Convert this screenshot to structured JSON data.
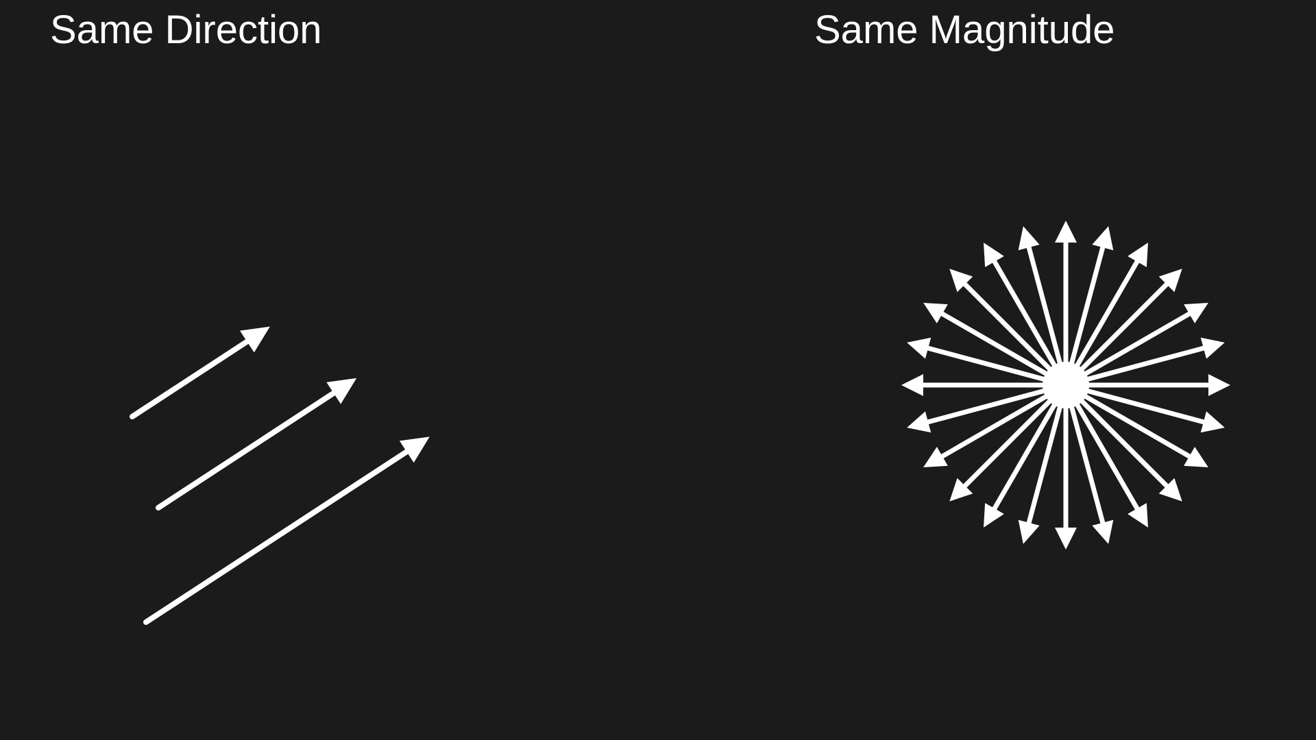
{
  "panels": {
    "left": {
      "title": "Same Direction",
      "arrow_count": 3,
      "arrow_relative_lengths": [
        1.0,
        1.44,
        2.06
      ]
    },
    "right": {
      "title": "Same Magnitude",
      "arrow_count": 24
    }
  },
  "colors": {
    "background": "#1b1b1b",
    "arrow": "#ffffff",
    "text": "#ffffff"
  }
}
